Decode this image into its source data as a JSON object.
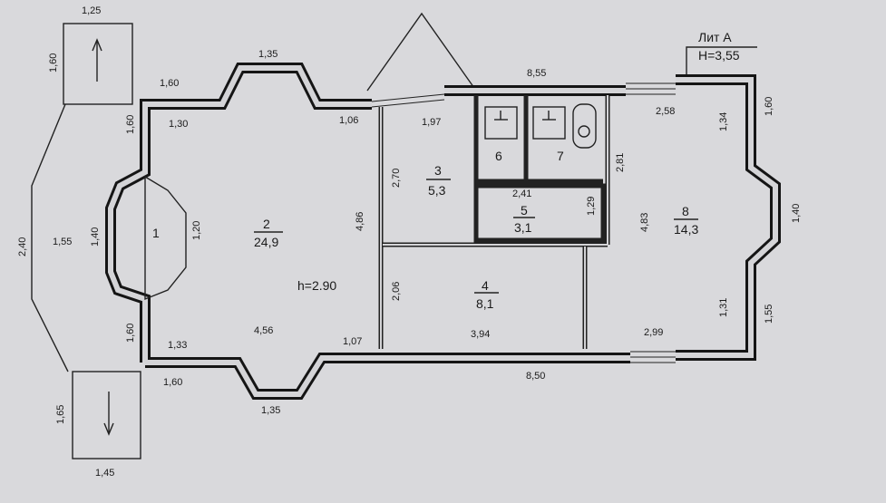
{
  "title": {
    "lit": "Лит А",
    "height": "H=3,55"
  },
  "ceiling": "h=2.90",
  "rooms": [
    {
      "num": "1",
      "area": ""
    },
    {
      "num": "2",
      "area": "24,9"
    },
    {
      "num": "3",
      "area": "5,3"
    },
    {
      "num": "4",
      "area": "8,1"
    },
    {
      "num": "5",
      "area": "3,1"
    },
    {
      "num": "6",
      "area": ""
    },
    {
      "num": "7",
      "area": ""
    },
    {
      "num": "8",
      "area": "14,3"
    }
  ],
  "dims": {
    "porch_top_w": "1,25",
    "porch_top_h": "1,60",
    "porch_bot_w": "1,45",
    "porch_bot_h": "1,65",
    "left_side": "2,40",
    "top_1_60": "1,60",
    "top_1_30": "1,30",
    "top_1_35": "1,35",
    "top_1_06": "1,06",
    "top_1_97": "1,97",
    "top_8_55": "8,55",
    "top_2_58": "2,58",
    "left_1_60_top": "1,60",
    "left_1_60_bot": "1,60",
    "r1_1_55": "1,55",
    "r1_1_40": "1,40",
    "r1_1_20": "1,20",
    "r2_4_86": "4,86",
    "r2_4_56": "4,56",
    "r3_2_70": "2,70",
    "r5_2_41": "2,41",
    "r5_1_29": "1,29",
    "r_2_81": "2,81",
    "r4_2_06": "2,06",
    "r4_3_94": "3,94",
    "r_1_07": "1,07",
    "r8_4_83": "4,83",
    "r8_1_34": "1,34",
    "r8_1_60": "1,60",
    "r8_1_40": "1,40",
    "r8_1_31": "1,31",
    "r8_1_55": "1,55",
    "bot_1_33": "1,33",
    "bot_1_60": "1,60",
    "bot_1_35": "1,35",
    "bot_2_99": "2,99",
    "bot_8_50": "8,50"
  }
}
